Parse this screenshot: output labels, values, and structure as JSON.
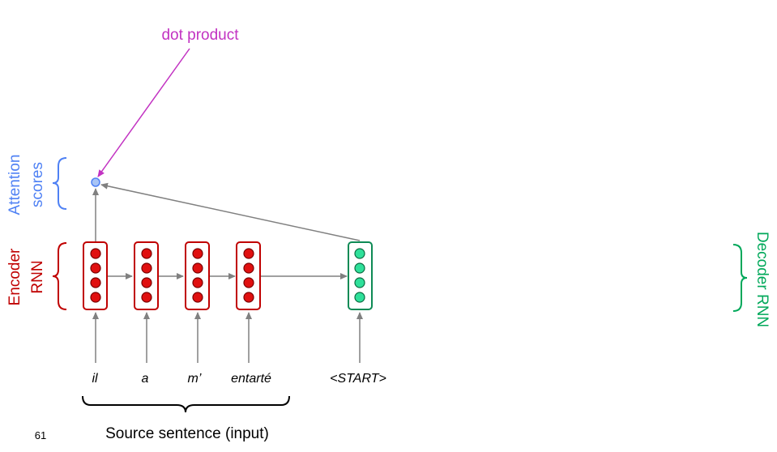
{
  "annotation": {
    "dot_product": "dot product"
  },
  "labels": {
    "attention": "Attention",
    "scores": "scores",
    "encoder": "Encoder",
    "encoder_rnn": "RNN",
    "decoder": "Decoder RNN",
    "source": "Source sentence (input)"
  },
  "words": [
    "il",
    "a",
    "m’",
    "entarté"
  ],
  "start_token": "<START>",
  "page_number": "61",
  "colors": {
    "encoder": "#c00000",
    "decoder": "#00a85a",
    "attention": "#4f81f4",
    "dot_product": "#c232c2",
    "arrow": "#808080"
  }
}
